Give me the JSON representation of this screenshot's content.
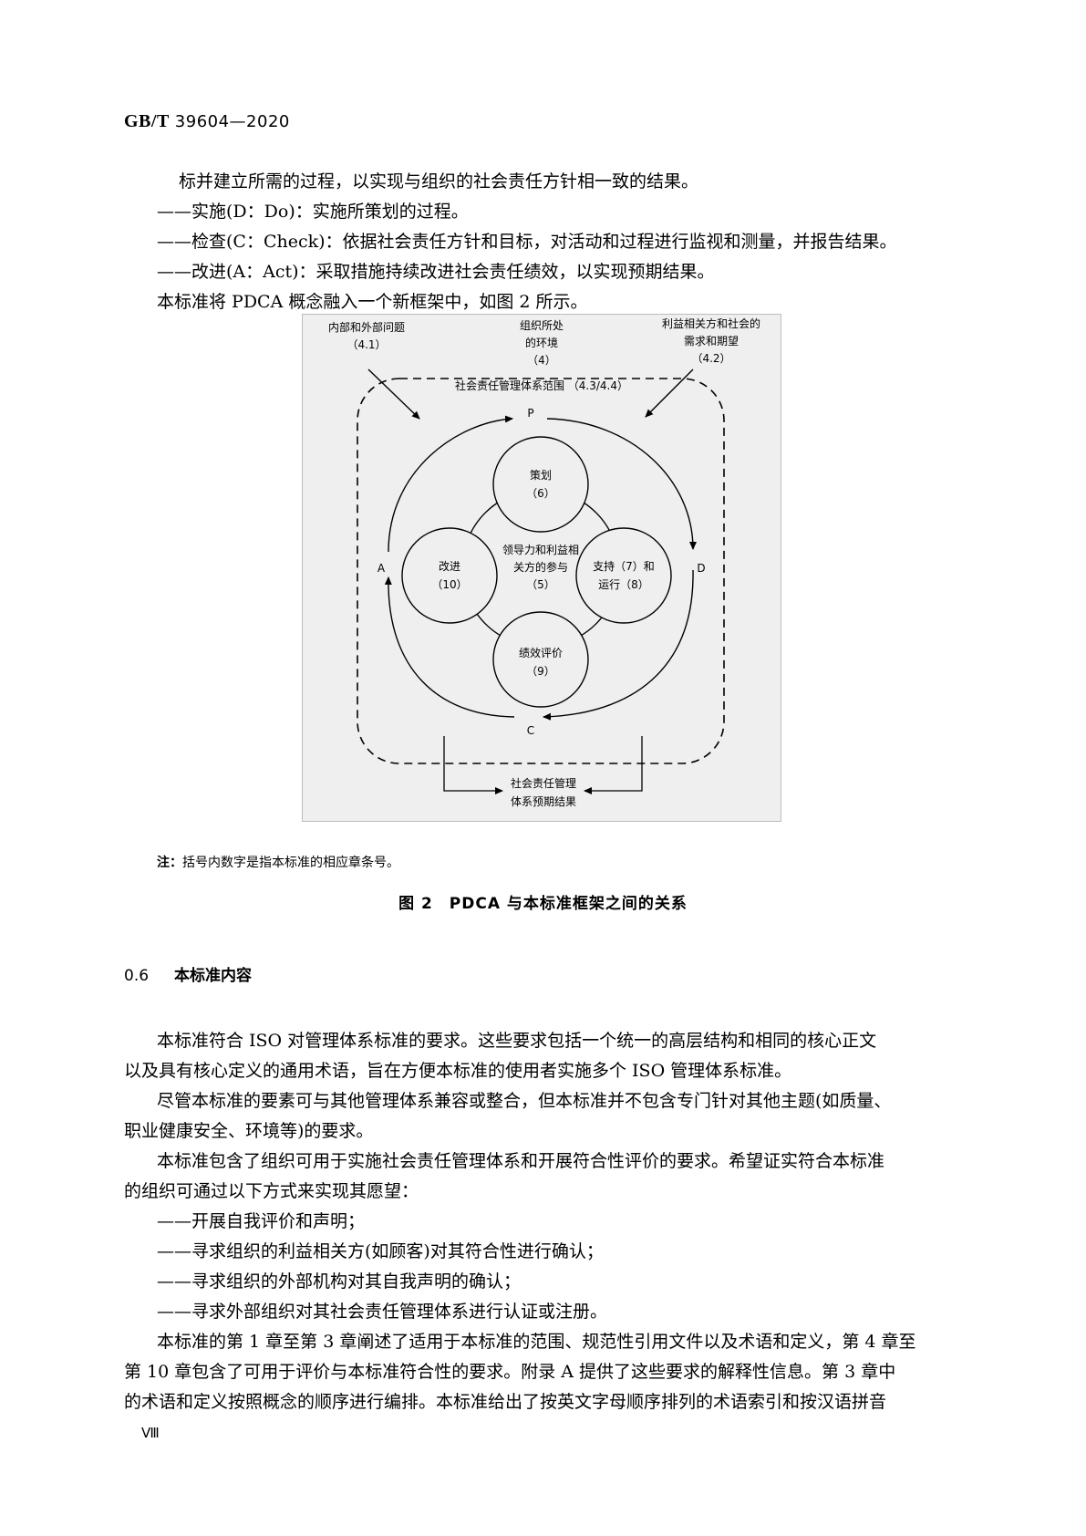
{
  "header": {
    "code_prefix": "GB/T",
    "code_number": "39604—2020"
  },
  "intro_lines": [
    "标并建立所需的过程，以实现与组织的社会责任方针相一致的结果。",
    "——实施(D：Do)：实施所策划的过程。",
    "——检查(C：Check)：依据社会责任方针和目标，对活动和过程进行监视和测量，并报告结果。",
    "——改进(A：Act)：采取措施持续改进社会责任绩效，以实现预期结果。",
    "本标准将 PDCA 概念融入一个新框架中，如图 2 所示。"
  ],
  "figure": {
    "top_left": [
      "内部和外部问题",
      "（4.1）"
    ],
    "top_center": [
      "组织所处",
      "的环境",
      "（4）"
    ],
    "top_right": [
      "利益相关方和社会的",
      "需求和期望",
      "（4.2）"
    ],
    "scope_label": "社会责任管理体系范围 （4.3/4.4）",
    "letter_p": "P",
    "letter_d": "D",
    "letter_c": "C",
    "letter_a": "A",
    "plan": [
      "策划",
      "（6）"
    ],
    "support": [
      "支持（7）和",
      "运行（8）"
    ],
    "evaluation": [
      "绩效评价",
      "（9）"
    ],
    "improve": [
      "改进",
      "（10）"
    ],
    "center": [
      "领导力和利益相",
      "关方的参与",
      "（5）"
    ],
    "outcome": [
      "社会责任管理",
      "体系预期结果"
    ]
  },
  "note": {
    "label": "注：",
    "text": "括号内数字是指本标准的相应章条号。"
  },
  "caption": "图 2　PDCA 与本标准框架之间的关系",
  "section": {
    "number": "0.6",
    "title": "本标准内容"
  },
  "body_lines": [
    "本标准符合 ISO 对管理体系标准的要求。这些要求包括一个统一的高层结构和相同的核心正文",
    "以及具有核心定义的通用术语，旨在方便本标准的使用者实施多个 ISO 管理体系标准。",
    "尽管本标准的要素可与其他管理体系兼容或整合，但本标准并不包含专门针对其他主题(如质量、",
    "职业健康安全、环境等)的要求。",
    "本标准包含了组织可用于实施社会责任管理体系和开展符合性评价的要求。希望证实符合本标准",
    "的组织可通过以下方式来实现其愿望：",
    "——开展自我评价和声明；",
    "——寻求组织的利益相关方(如顾客)对其符合性进行确认；",
    "——寻求组织的外部机构对其自我声明的确认；",
    "——寻求外部组织对其社会责任管理体系进行认证或注册。",
    "本标准的第 1 章至第 3 章阐述了适用于本标准的范围、规范性引用文件以及术语和定义，第 4 章至",
    "第 10 章包含了可用于评价与本标准符合性的要求。附录 A 提供了这些要求的解释性信息。第 3 章中",
    "的术语和定义按照概念的顺序进行编排。本标准给出了按英文字母顺序排列的术语索引和按汉语拼音"
  ],
  "page_number": "Ⅷ"
}
